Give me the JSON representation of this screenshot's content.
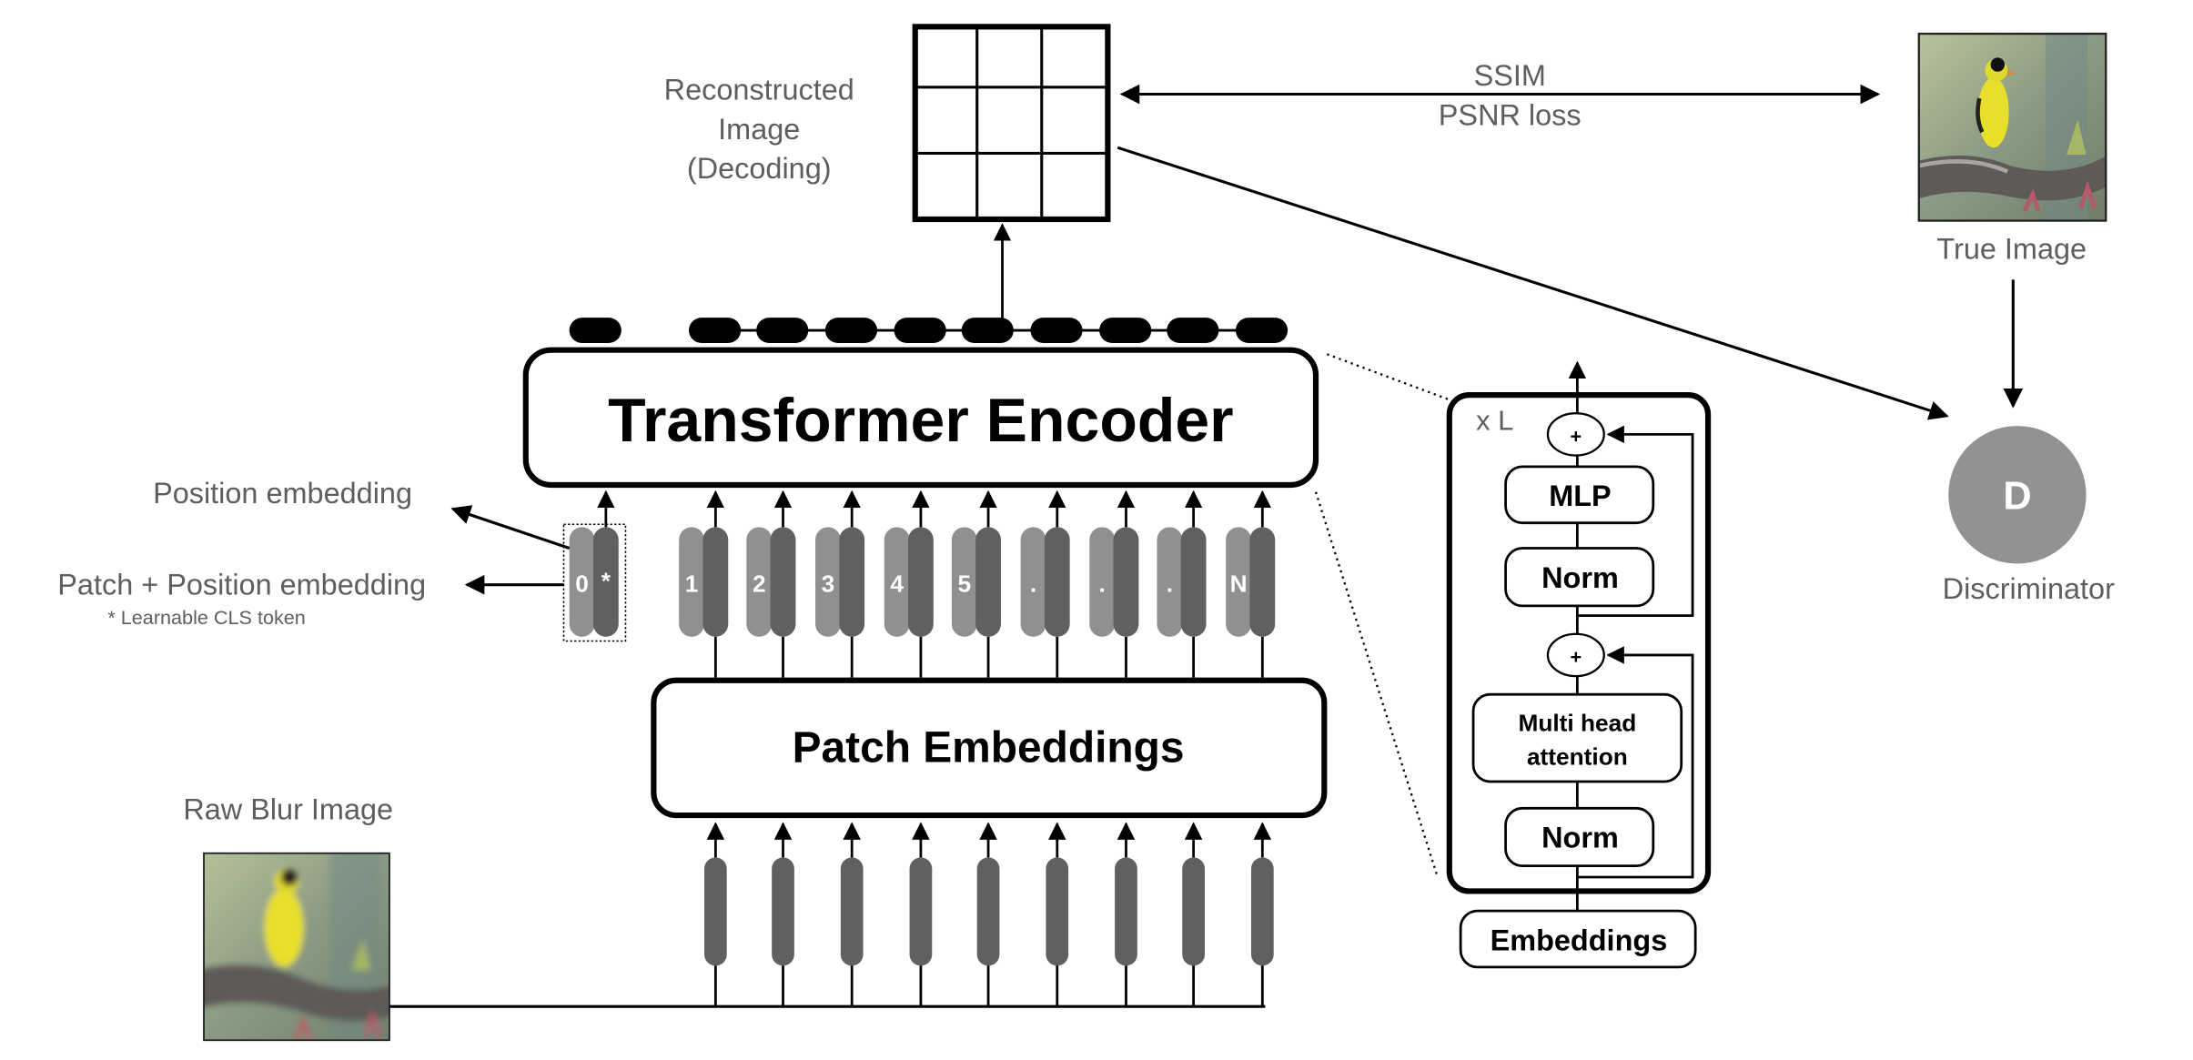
{
  "reconstructed": {
    "label_lines": [
      "Reconstructed",
      "Image",
      "(Decoding)"
    ],
    "grid_rows": 3,
    "grid_cols": 3
  },
  "loss": {
    "line1": "SSIM",
    "line2": "PSNR loss"
  },
  "true_image": {
    "label": "True Image"
  },
  "raw_image": {
    "label": "Raw Blur Image"
  },
  "discriminator": {
    "symbol": "D",
    "label": "Discriminator"
  },
  "encoder": {
    "title": "Transformer Encoder"
  },
  "patch_embeddings": {
    "title": "Patch Embeddings"
  },
  "left_labels": {
    "position": "Position embedding",
    "patch_position": "Patch + Position embedding",
    "note": "* Learnable CLS token"
  },
  "tokens": {
    "cls": {
      "index": "0",
      "mark": "*"
    },
    "items": [
      "1",
      "2",
      "3",
      "4",
      "5",
      ".",
      ".",
      ".",
      "N"
    ]
  },
  "encoder_block": {
    "repeat_label": "x L",
    "plus_symbol": "+",
    "mlp": "MLP",
    "norm_top": "Norm",
    "mha_lines": [
      "Multi head",
      "attention"
    ],
    "norm_bottom": "Norm",
    "embeddings": "Embeddings"
  },
  "colors": {
    "token_light": "#909090",
    "token_dark": "#606060",
    "discriminator": "#929292",
    "label_gray": "#5e5e5e"
  }
}
